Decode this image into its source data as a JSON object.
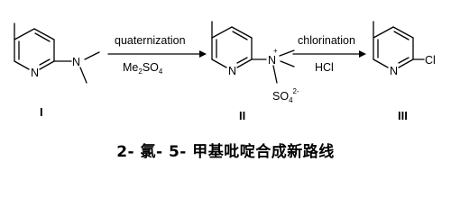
{
  "step1": {
    "above": "quaternization",
    "below": "Me2SO4",
    "below_base": "Me",
    "below_sub1": "2",
    "below_mid": "SO",
    "below_sub2": "4"
  },
  "step2": {
    "above": "chlorination",
    "below": "HCl"
  },
  "compound_I": {
    "N_label": "N",
    "amine_label": "N",
    "roman": "I"
  },
  "compound_II": {
    "N_label": "N",
    "cation_label": "N",
    "charge": "+",
    "counterion_base": "SO",
    "counterion_sub": "4",
    "counterion_charge": "2-",
    "roman": "II"
  },
  "compound_III": {
    "N_label": "N",
    "cl_label": "Cl",
    "roman": "III"
  },
  "caption": "2- 氯- 5- 甲基吡啶合成新路线"
}
